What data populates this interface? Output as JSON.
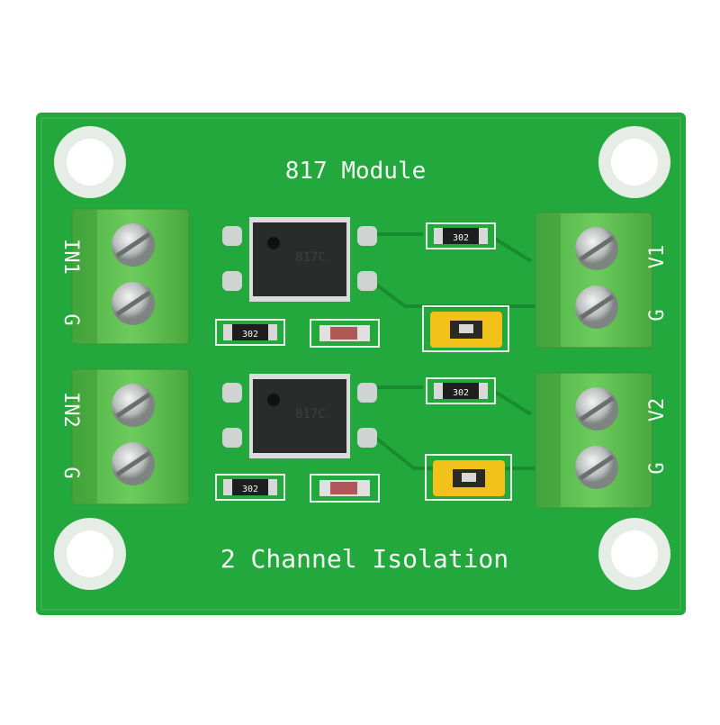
{
  "board": {
    "title": "817 Module",
    "subtitle": "2 Channel Isolation",
    "colors": {
      "pcb": "#22a83c",
      "terminal": "#5cbf4e",
      "jumper": "#f2c21a",
      "chip": "#2a2c2b"
    },
    "left_labels": [
      {
        "signal": "IN1",
        "ground": "G"
      },
      {
        "signal": "IN2",
        "ground": "G"
      }
    ],
    "right_labels": [
      {
        "signal": "V1",
        "ground": "G"
      },
      {
        "signal": "V2",
        "ground": "G"
      }
    ],
    "resistor_code": "302",
    "chip_marking": "817C"
  }
}
